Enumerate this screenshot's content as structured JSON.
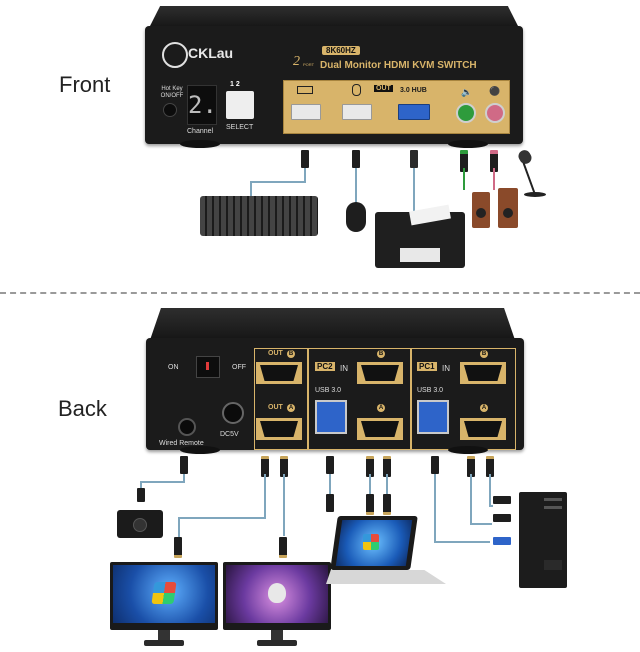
{
  "front": {
    "section_label": "Front",
    "brand": "CKLau",
    "badge": "8K60HZ",
    "product_title": "Dual Monitor HDMI KVM SWITCH",
    "port_prefix": "2",
    "port_word": "PORT",
    "hotkey_label": "Hot Key ON/OFF",
    "channel_display": "2.",
    "channel_label": "Channel",
    "select_numbers": "1 2",
    "select_label": "SELECT",
    "out_label": "OUT",
    "hub_label": "3.0 HUB"
  },
  "back": {
    "section_label": "Back",
    "on_label": "ON",
    "off_label": "OFF",
    "wired_remote_label": "Wired Remote",
    "dc_label": "DC5V",
    "out_b_label": "OUT",
    "out_a_label": "OUT",
    "pc2_label": "PC2",
    "pc2_in": "IN",
    "pc1_label": "PC1",
    "pc1_in": "IN",
    "usb_label_pc2": "USB 3.0",
    "usb_label_pc1": "USB 3.0",
    "letter_a": "A",
    "letter_b": "B"
  },
  "colors": {
    "gold": "#d8b46a",
    "device_body": "#1b1b1b",
    "usb_blue": "#2e64c9",
    "audio_green": "#2e9b3c",
    "mic_pink": "#d06a86",
    "cable_blue": "#7fa6bd"
  },
  "icons": [
    "keyboard-icon",
    "mouse-icon",
    "printer-icon",
    "speakers-icon",
    "microphone-icon",
    "remote-icon",
    "monitor-windows-icon",
    "monitor-apple-icon",
    "laptop-icon",
    "desktop-tower-icon"
  ]
}
